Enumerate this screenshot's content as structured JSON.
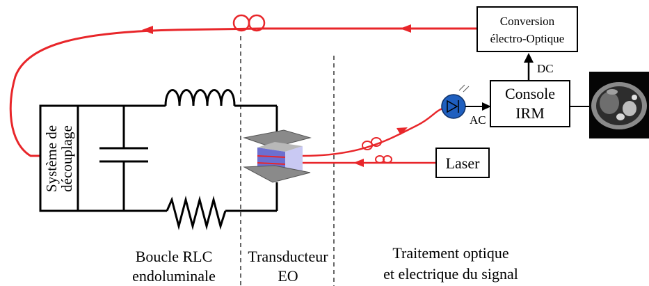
{
  "blocks": {
    "conversion": {
      "line1": "Conversion",
      "line2": "électro-Optique"
    },
    "decoupling": {
      "line1": "Système de",
      "line2": "découplage"
    },
    "console": {
      "line1": "Console",
      "line2": "IRM"
    },
    "laser": {
      "label": "Laser"
    }
  },
  "signals": {
    "dc": "DC",
    "ac": "AC"
  },
  "sections": [
    {
      "line1": "Boucle RLC",
      "line2": "endoluminale"
    },
    {
      "line1": "Transducteur",
      "line2": "EO"
    },
    {
      "line1": "Traitement optique",
      "line2": "et electrique du signal"
    }
  ],
  "image": {
    "subject": "mri-scan-thumbnail"
  },
  "colors": {
    "fiber": "#e8262a",
    "wire": "#000000",
    "photodiode": "#1f5fbf",
    "crystal": "#8d8fd6"
  }
}
